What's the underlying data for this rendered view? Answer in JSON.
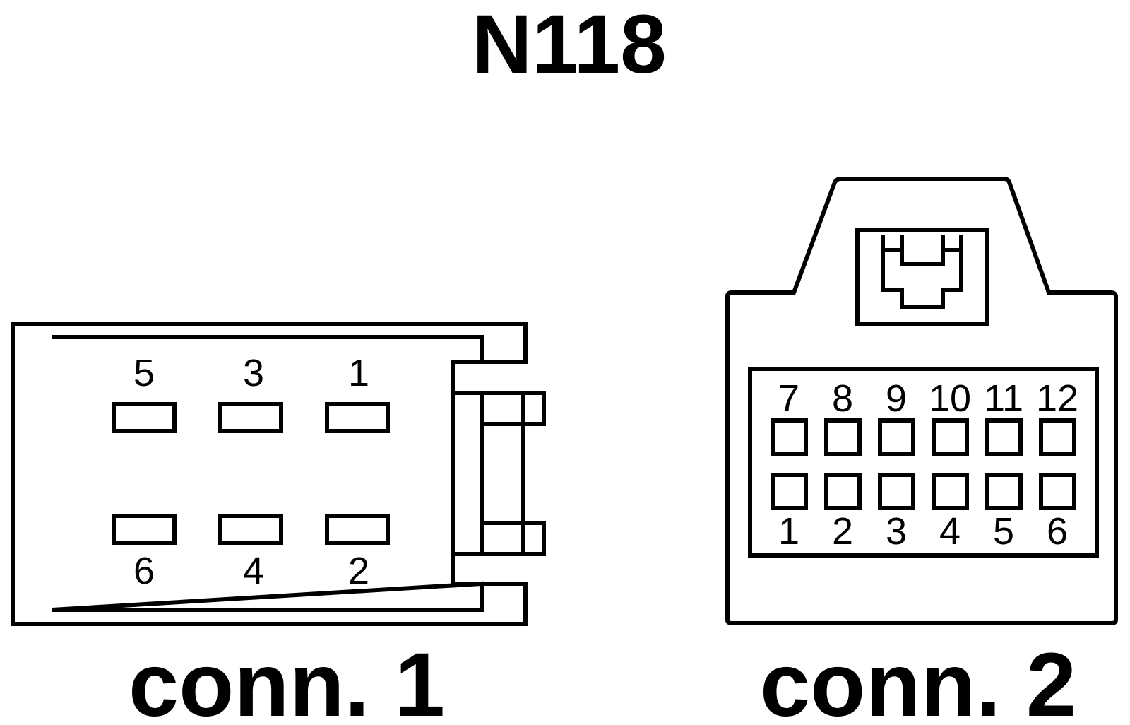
{
  "title": "N118",
  "connectors": [
    {
      "label": "conn. 1",
      "pins_top": [
        "5",
        "3",
        "1"
      ],
      "pins_bottom": [
        "6",
        "4",
        "2"
      ]
    },
    {
      "label": "conn. 2",
      "pins_top": [
        "7",
        "8",
        "9",
        "10",
        "11",
        "12"
      ],
      "pins_bottom": [
        "1",
        "2",
        "3",
        "4",
        "5",
        "6"
      ]
    }
  ]
}
